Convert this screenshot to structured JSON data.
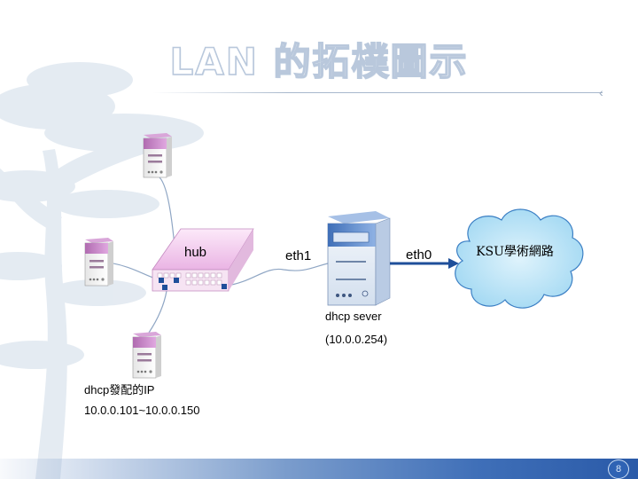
{
  "title": "LAN 的拓樸圖示",
  "labels": {
    "hub": "hub",
    "eth1": "eth1",
    "eth0": "eth0",
    "cloud": "KSU學術網路",
    "server_name": "dhcp sever",
    "server_ip": "(10.0.0.254)",
    "dhcp_note": "dhcp發配的IP",
    "ip_range": "10.0.0.101~10.0.0.150"
  },
  "page_number": "8",
  "colors": {
    "pc_top": "#c98ac9",
    "hub": "#f2c9ee",
    "server": "#5b86c9",
    "cloud": "#aee0f7",
    "link": "#1f4f9a",
    "footer": "#2a5aa8"
  }
}
